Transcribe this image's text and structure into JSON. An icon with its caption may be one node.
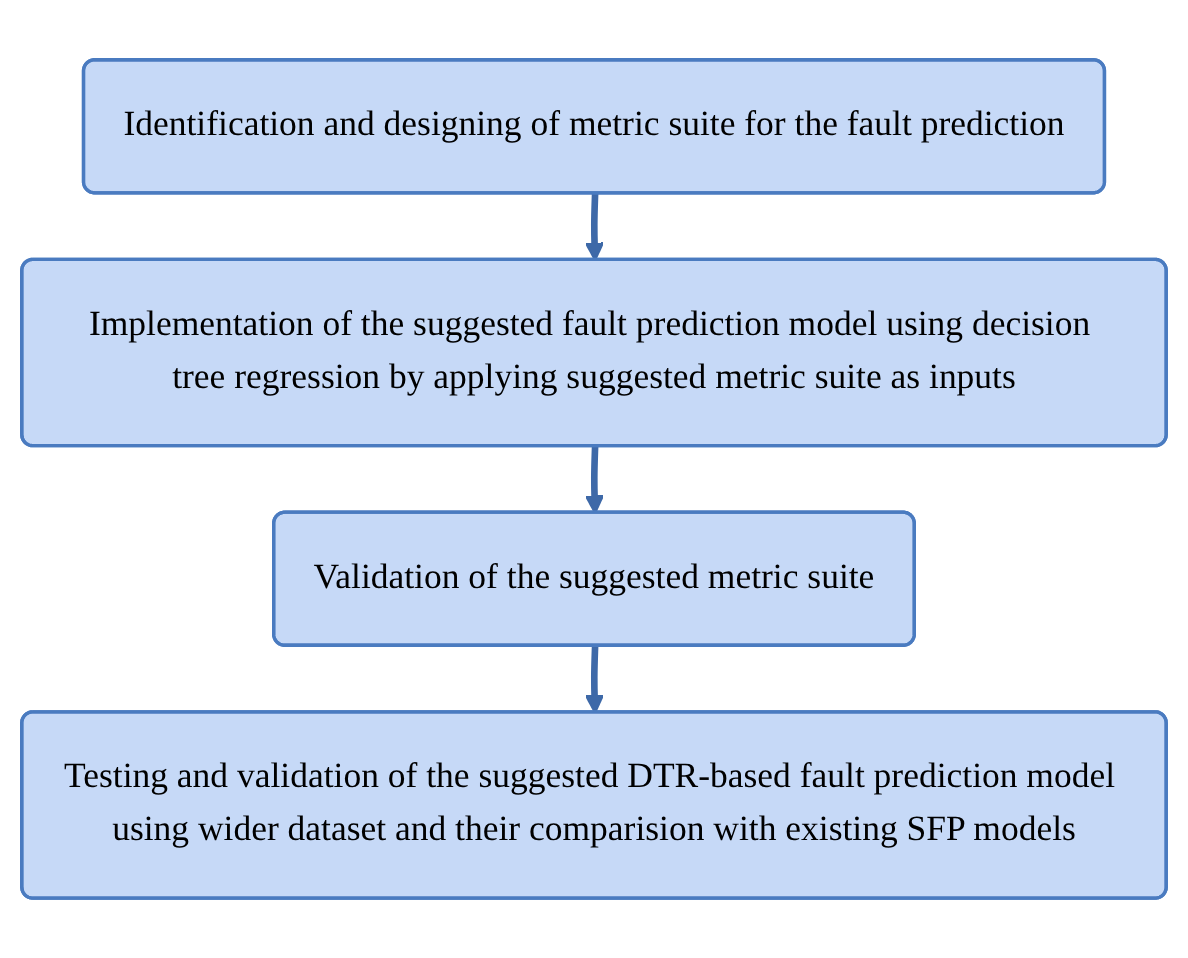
{
  "diagram": {
    "nodes": [
      {
        "text": [
          "Identification and designing of metric suite for the fault prediction"
        ]
      },
      {
        "text": [
          "Implementation of the suggested fault prediction model using decision tree regression by applying suggested metric suite as inputs"
        ]
      },
      {
        "text": [
          "Validation of the suggested metric suite"
        ]
      },
      {
        "text": [
          "Testing and validation of the suggested DTR-based fault prediction model using wider dataset and their comparision with existing SFP models"
        ]
      }
    ],
    "edges": [
      {
        "from": 0,
        "to": 1,
        "arrow": "to"
      },
      {
        "from": 1,
        "to": 2,
        "arrow": "to"
      },
      {
        "from": 2,
        "to": 3,
        "arrow": "to"
      }
    ]
  }
}
